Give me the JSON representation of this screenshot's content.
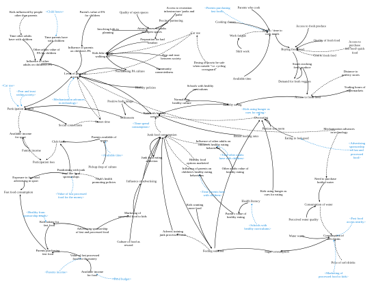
{
  "diagram": {
    "nodes": [
      {
        "id": "kids_influenced_parents",
        "label": "Kids influenced by people\nother than parents"
      },
      {
        "id": "time_other_adults",
        "label": "Time other adults\nhave with children"
      },
      {
        "id": "time_parents_children",
        "label": "Time parents have\nwith children"
      },
      {
        "id": "other_adults_pa",
        "label": "Other adults value of\nPA for children"
      },
      {
        "id": "influence_other_adults_pa",
        "label": "Influence of other\nadults on children's PA"
      },
      {
        "id": "child_hours",
        "label": "<Child hours>",
        "external": true
      },
      {
        "id": "parents_value_pa",
        "label": "Parent's value of PA\nfor children"
      },
      {
        "id": "influence_parents_pa",
        "label": "Influence of parents\non children's PA"
      },
      {
        "id": "quality_open_spaces",
        "label": "Quality of open spaces"
      },
      {
        "id": "access_recreation",
        "label": "Access to recreation\ninfrastructure 'parks and\npaths'"
      },
      {
        "id": "involving_kids_planning",
        "label": "Involving kids in\nplanning"
      },
      {
        "id": "attractiveness_parks",
        "label": "Attractiveness of parks\nand open spaces"
      },
      {
        "id": "parents_purchasing_top",
        "label": "<Parents purchasing\nfast food>",
        "external": true
      },
      {
        "id": "parents_who_cook",
        "label": "Parents who cook"
      },
      {
        "id": "cooking_classes",
        "label": "Cooking classes"
      },
      {
        "id": "precinct_partnering",
        "label": "Precinct partnering"
      },
      {
        "id": "preparation_bad_weather",
        "label": "Preparation for bad\nweather"
      },
      {
        "id": "car_use",
        "label": "Car use"
      },
      {
        "id": "fear_trust",
        "label": "Fear and trust\nbetween society"
      },
      {
        "id": "ability_cook",
        "label": "Ability / time to\ncook meals"
      },
      {
        "id": "work_fatigue",
        "label": "Work fatigue"
      },
      {
        "id": "shift_work",
        "label": "Shift work"
      },
      {
        "id": "kids_active_walking",
        "label": "Kids bike riding\nwalking etc"
      },
      {
        "id": "community_connectedness",
        "label": "Community\nconnectedness"
      },
      {
        "id": "normalising_pa",
        "label": "Normalising PA culture"
      },
      {
        "id": "fresh_produce",
        "label": "Access to fresh produce"
      },
      {
        "id": "quality_fresh",
        "label": "Quality of fresh food"
      },
      {
        "id": "buying_fresh",
        "label": "Buying fresh food"
      },
      {
        "id": "access_fast_food",
        "label": "Access to purchase\nfast food/ quick food"
      },
      {
        "id": "cost_fresh",
        "label": "Cost of fresh food"
      },
      {
        "id": "stores_fresh",
        "label": "Stores stocking\nfresh produce"
      },
      {
        "id": "distance_grocery",
        "label": "Distance to\ngrocery stores"
      },
      {
        "id": "trading_hours",
        "label": "Trading hours of\nsupermarkets"
      },
      {
        "id": "demand_fresh",
        "label": "Demand for fresh veggies"
      },
      {
        "id": "access_fresh_food",
        "label": "Access to fresh food"
      },
      {
        "id": "available_time",
        "label": "Available time"
      },
      {
        "id": "sitting_alone",
        "label": "Dosing of howto be safe\nwhen outside \"i.e. cycling\ncrossguard\""
      },
      {
        "id": "level_pa",
        "label": "Level of physical\nactivity"
      },
      {
        "id": "car_use_ext",
        "label": "<Car use>",
        "external": true
      },
      {
        "id": "fear_trust_ext",
        "label": "<Fear and trust\nwithin society>",
        "external": true
      },
      {
        "id": "mechanization_ext",
        "label": "<Mechanization advances\nin technology>",
        "external": true
      },
      {
        "id": "healthy_policies",
        "label": "Healthy policies"
      },
      {
        "id": "schools_healthy",
        "label": "Schools with healthy\ncurriculums"
      },
      {
        "id": "positive_body",
        "label": "Positive body image"
      },
      {
        "id": "normalising_healthy",
        "label": "Normalising\nhealthy culture"
      },
      {
        "id": "healthy_eating",
        "label": "Healthy eating"
      },
      {
        "id": "participation_sport",
        "label": "Participation in sport"
      },
      {
        "id": "selfesteem",
        "label": "Selfesteem"
      },
      {
        "id": "screen_time",
        "label": "Screen time"
      },
      {
        "id": "kids_healthy_weight",
        "label": "Kids with healthy\nweight"
      },
      {
        "id": "kids_hunger_ext",
        "label": "<Kids using hunger as\ncues for eating>",
        "external": true
      },
      {
        "id": "overeating",
        "label": "Overeating"
      },
      {
        "id": "social_connections",
        "label": "Social connections"
      },
      {
        "id": "time_spent_consumption_ext",
        "label": "<Time spend\nconsumption>",
        "external": true
      },
      {
        "id": "portion_size",
        "label": "Portion size norm"
      },
      {
        "id": "mechanization",
        "label": "Mechanization advances\nin technology"
      },
      {
        "id": "eating_feel_good",
        "label": "Eating to feel good"
      },
      {
        "id": "advertising_ext_right",
        "label": "<Advertising sponsorship\nof fast and processed food>",
        "external": true
      },
      {
        "id": "available_income_sport",
        "label": "Available income\nfor sport"
      },
      {
        "id": "club_funds",
        "label": "Club funds"
      },
      {
        "id": "parents_sport",
        "label": "Parents available of\nsports"
      },
      {
        "id": "family_income",
        "label": "Family income"
      },
      {
        "id": "available_time_ext",
        "label": "<Available time>",
        "external": true
      },
      {
        "id": "junk_food",
        "label": "Junk food consumption"
      },
      {
        "id": "breast_feeding",
        "label": "Breast feeding rates"
      },
      {
        "id": "influence_other_adults_healthy",
        "label": "Influence of other adults on\nchildren's healthy eating\nbehaviours"
      },
      {
        "id": "participation_fees",
        "label": "Participation fees"
      },
      {
        "id": "pickup_culture",
        "label": "Pickup drop of culture"
      },
      {
        "id": "time_other_adults_ext",
        "label": "<Time other adults\nhave with children>",
        "external": true
      },
      {
        "id": "fundraising",
        "label": "Fundraising with junk\nfood like food\nsponsorships"
      },
      {
        "id": "junk_eating_addiction",
        "label": "Junk food eating\naddiction"
      },
      {
        "id": "healthy_food_marketed",
        "label": "Healthy food\noptions marketed"
      },
      {
        "id": "clubs_health",
        "label": "Club's health\npromoting policies"
      },
      {
        "id": "influence_advertising",
        "label": "Influence of advertising"
      },
      {
        "id": "exposure_fast_food",
        "label": "Exposure to fast food\nadvertising in sport"
      },
      {
        "id": "value_processed_ext",
        "label": "<Value of fast processed\nfood for the money>",
        "external": true
      },
      {
        "id": "influence_parents_healthy",
        "label": "Influence of parents on\nchildren's healthy eating\nbehaviours"
      },
      {
        "id": "other_adults_healthy",
        "label": "Other adults value of\nhealthy eating"
      },
      {
        "id": "time_parents_ext",
        "label": "<Time parents have\nwith children>",
        "external": true
      },
      {
        "id": "kids_hunger",
        "label": "Kids using hunger as\ncues for eating"
      },
      {
        "id": "fast_food_consumption",
        "label": "Fast food consumption"
      },
      {
        "id": "health_literacy",
        "label": "Health literacy"
      },
      {
        "id": "kids_more_food",
        "label": "Kids wanting\nmore food"
      },
      {
        "id": "parents_value_healthy",
        "label": "Parent's value of\nhealthy eating"
      },
      {
        "id": "schools_healthy_ext",
        "label": "<Schools with\nhealthy curriculums>",
        "external": true
      },
      {
        "id": "need_bottled",
        "label": "Need to purchase\nbottled water"
      },
      {
        "id": "consumption_water",
        "label": "Consumption of water"
      },
      {
        "id": "healthy_fresh_ext",
        "label": "<Healthy from\nsponsorship trends>",
        "external": true
      },
      {
        "id": "marketing_processed",
        "label": "Marketing of\nprocessed food to kids"
      },
      {
        "id": "adverts_junk",
        "label": "Adverts training\njunk processed foods"
      },
      {
        "id": "kids_asking",
        "label": "Kids asking for\nfast food"
      },
      {
        "id": "fast_food_access_ext",
        "label": "<Fast food\naccess nearby>",
        "external": true
      },
      {
        "id": "perceived_water",
        "label": "Perceived water quality"
      },
      {
        "id": "advertising_sponsorship",
        "label": "Advertising sponsorship\nof fast and processed food"
      },
      {
        "id": "culture_food_reward",
        "label": "Culture of food as\nreward"
      },
      {
        "id": "water_warm",
        "label": "Water warm"
      },
      {
        "id": "consumption_soft",
        "label": "Consumption of\nsoft drinks"
      },
      {
        "id": "parents_purchasing",
        "label": "Parents purchasing\nfast food"
      },
      {
        "id": "feeling_satisfied",
        "label": "Feeling satisfied"
      },
      {
        "id": "sugar_consumption",
        "label": "Sugar consumption"
      },
      {
        "id": "value_processed",
        "label": "Value of fast processed\nfood for the money"
      },
      {
        "id": "price_soft",
        "label": "Price of soft drinks"
      },
      {
        "id": "parents_income_ext",
        "label": "<Parents income>",
        "external": true
      },
      {
        "id": "available_income_food",
        "label": "Available income\nfor food"
      },
      {
        "id": "food_budget_ext",
        "label": "<Food budget>",
        "external": true
      },
      {
        "id": "marketing_soft_ext",
        "label": "<Marketing of\nprocessed food to kids>",
        "external": true
      }
    ]
  }
}
